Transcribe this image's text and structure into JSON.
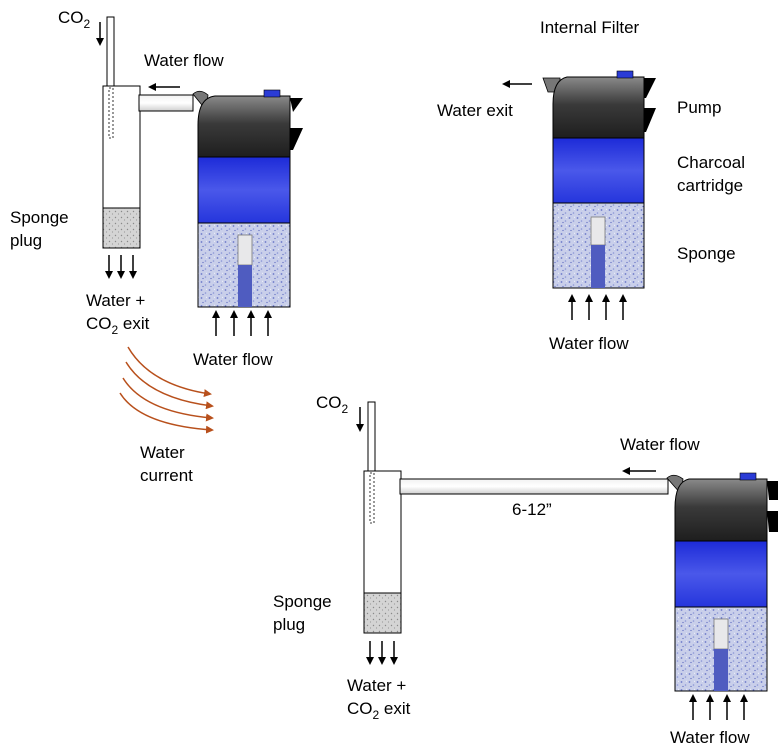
{
  "diagram": {
    "labels": {
      "co2_top": "CO",
      "co2_sub": "2",
      "water_flow_top": "Water flow",
      "sponge_plug_1": "Sponge",
      "sponge_plug_2": "plug",
      "water_plus": "Water +",
      "co2_exit_pre": "CO",
      "co2_exit_sub": "2",
      "co2_exit_post": " exit",
      "water_flow_mid": "Water flow",
      "water_current_1": "Water",
      "water_current_2": "current",
      "internal_filter": "Internal Filter",
      "water_exit": "Water exit",
      "pump": "Pump",
      "charcoal_1": "Charcoal",
      "charcoal_2": "cartridge",
      "sponge": "Sponge",
      "water_flow_right": "Water flow",
      "co2_bottom": "CO",
      "co2_bottom_sub": "2",
      "water_flow_bottom_top": "Water flow",
      "distance": "6-12”",
      "sponge_plug_b1": "Sponge",
      "sponge_plug_b2": "plug",
      "water_plus_b": "Water +",
      "co2_exit_b_pre": "CO",
      "co2_exit_b_sub": "2",
      "co2_exit_b_post": " exit",
      "water_flow_bottom": "Water flow"
    },
    "colors": {
      "pump": "#2b2b2b",
      "charcoal": "#2f3fe0",
      "sponge": "#c7cde8",
      "plug": "#cfcfcf",
      "current_arrows": "#b8501c"
    }
  }
}
